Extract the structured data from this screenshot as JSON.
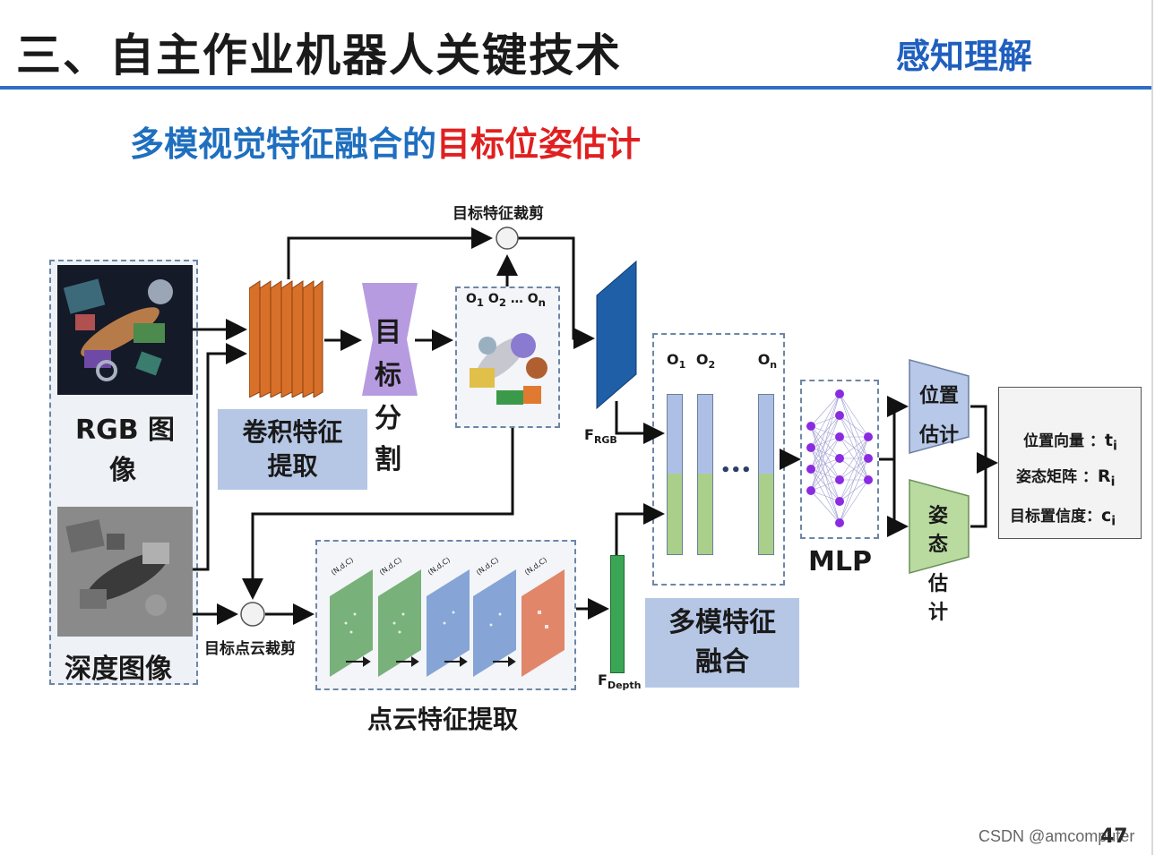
{
  "header": {
    "title": "三、自主作业机器人关键技术",
    "section_tag": "感知理解"
  },
  "subtitle": {
    "part1": "多模视觉特征融合的",
    "part2": "目标位姿估计"
  },
  "diagram": {
    "rgb_caption_line1": "RGB 图",
    "rgb_caption_line2": "像",
    "depth_caption": "深度图像",
    "conv_caption_line1": "卷积特征",
    "conv_caption_line2": "提取",
    "seg_chars": [
      "目",
      "标",
      "分",
      "割"
    ],
    "crop_target_label": "目标特征裁剪",
    "crop_points_label": "目标点云裁剪",
    "objects_label": [
      "O",
      "O",
      "O"
    ],
    "objects_sub": [
      "1",
      "2",
      "n"
    ],
    "objects_ellipsis": "…",
    "f_rgb": "F",
    "f_rgb_sub": "RGB",
    "f_depth": "F",
    "f_depth_sub": "Depth",
    "fusion_objects_label": [
      "O",
      "O",
      "O"
    ],
    "fusion_objects_sub": [
      "1",
      "2",
      "n"
    ],
    "fusion_dots": "•••",
    "fusion_caption_line1": "多模特征",
    "fusion_caption_line2": "融合",
    "mlp_label": "MLP",
    "pos_est_line1": "位置",
    "pos_est_line2": "估计",
    "pose_est_chars": [
      "姿",
      "态"
    ],
    "pose_est_lower": [
      "估",
      "计"
    ],
    "pointcloud_caption": "点云特征提取",
    "pointcloud_layer_labels": [
      "(N,d,C)",
      "(N,d,C)",
      "(N,d,C)",
      "(N,d,C)",
      "(N,d,C)"
    ],
    "outputs": [
      {
        "label": "位置向量 ：",
        "symbol": "t",
        "sub": "i"
      },
      {
        "label": "姿态矩阵 ：",
        "symbol": "R",
        "sub": "i"
      },
      {
        "label": "目标置信度：",
        "symbol": "c",
        "sub": "i"
      }
    ]
  },
  "footer": {
    "watermark": "CSDN @amcomputer",
    "page_number": "47"
  },
  "colors": {
    "accent_blue": "#1f6fbf",
    "accent_red": "#e02020",
    "header_rule": "#2f6fc3",
    "conv_orange": "#d8702a",
    "seg_purple": "#b79be0",
    "rgb_feature_blue": "#1f5fa8",
    "depth_feature_green": "#3aa655",
    "fusion_blue": "#aebfe6",
    "fusion_green": "#a9cf8a",
    "mlp_purple": "#8a2be2",
    "estimator_blue": "#b7c8e8",
    "estimator_green": "#b9dba0"
  }
}
